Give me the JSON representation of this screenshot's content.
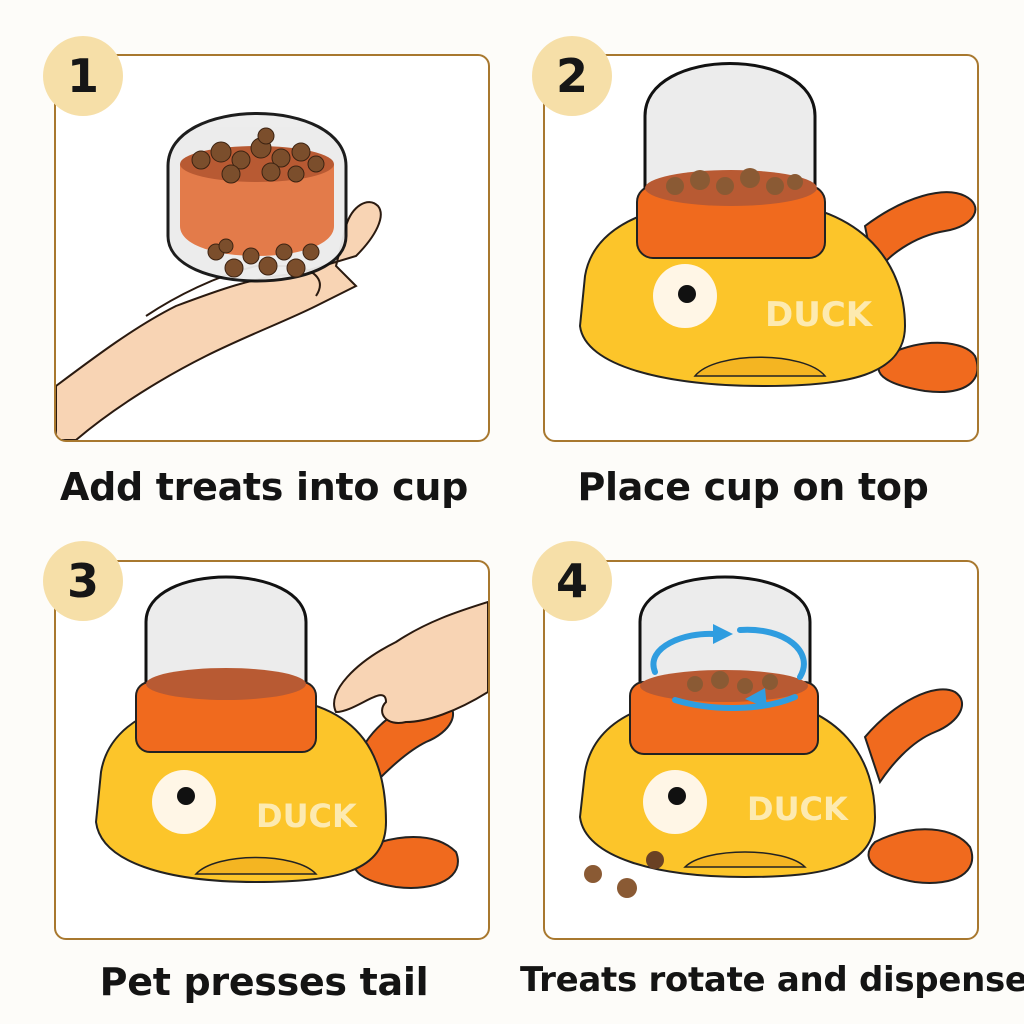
{
  "steps": [
    {
      "number": "1",
      "caption": "Add treats into cup"
    },
    {
      "number": "2",
      "caption": "Place cup on top"
    },
    {
      "number": "3",
      "caption": "Pet presses tail"
    },
    {
      "number": "4",
      "caption": "Treats rotate and dispense"
    }
  ],
  "toy": {
    "label": "DUCK"
  },
  "colors": {
    "badge": "#f6dfa8",
    "panel_border": "#a8782f",
    "duck_body": "#fcc52a",
    "cup_orange": "#f06a1e",
    "arrow_blue": "#2f9de0",
    "treat_brown": "#8a5a34"
  }
}
